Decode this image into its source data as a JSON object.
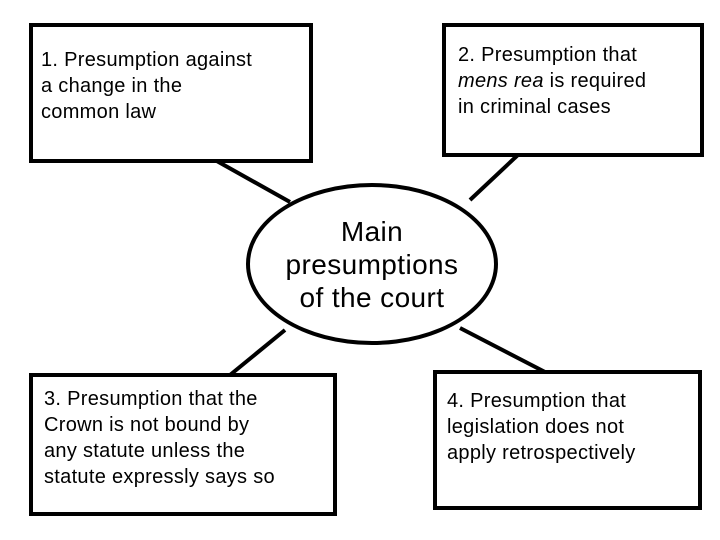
{
  "hub": {
    "lines": [
      "Main",
      "presumptions",
      "of the court"
    ]
  },
  "boxes": [
    {
      "number": "1.",
      "lines": [
        "Presumption against",
        "a change in the",
        "common law"
      ]
    },
    {
      "number": "2.",
      "lines": [
        "Presumption that",
        "mens rea",
        " is required",
        "in criminal cases"
      ]
    },
    {
      "number": "3.",
      "lines": [
        "Presumption that the",
        "Crown is not bound by",
        "any statute unless the",
        "statute expressly says so"
      ]
    },
    {
      "number": "4.",
      "lines": [
        "Presumption that",
        "legislation does not",
        "apply retrospectively"
      ]
    }
  ]
}
